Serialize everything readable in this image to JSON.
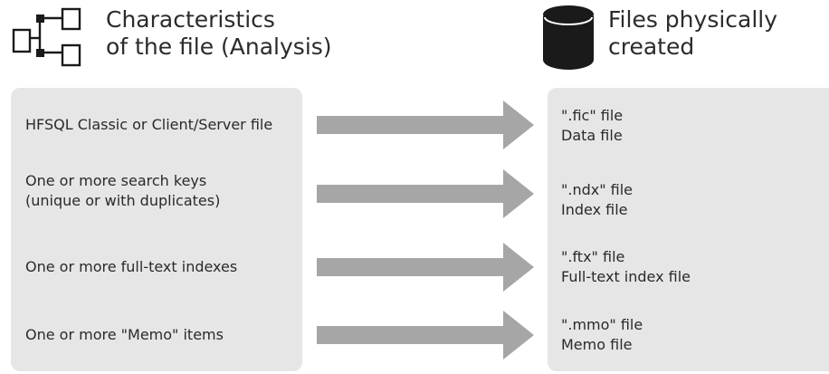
{
  "left_header": {
    "line1": "Characteristics",
    "line2": "of the file (Analysis)"
  },
  "right_header": {
    "line1": "Files physically",
    "line2": "created"
  },
  "icons": {
    "tree": "hierarchy-tree-icon",
    "database": "database-cylinder-icon",
    "arrow": "right-arrow-icon"
  },
  "colors": {
    "panel": "#e6e6e6",
    "arrow": "#a6a6a6",
    "icon": "#1a1a1a",
    "text": "#2a2a2a"
  },
  "rows": [
    {
      "characteristic": [
        "HFSQL Classic or Client/Server file"
      ],
      "file": [
        "\".fic\" file",
        "Data file"
      ]
    },
    {
      "characteristic": [
        "One or more search keys",
        "(unique or with duplicates)"
      ],
      "file": [
        "\".ndx\" file",
        "Index file"
      ]
    },
    {
      "characteristic": [
        "One or more full-text indexes"
      ],
      "file": [
        "\".ftx\" file",
        "Full-text index file"
      ]
    },
    {
      "characteristic": [
        "One or more \"Memo\" items"
      ],
      "file": [
        "\".mmo\" file",
        "Memo file"
      ]
    }
  ]
}
